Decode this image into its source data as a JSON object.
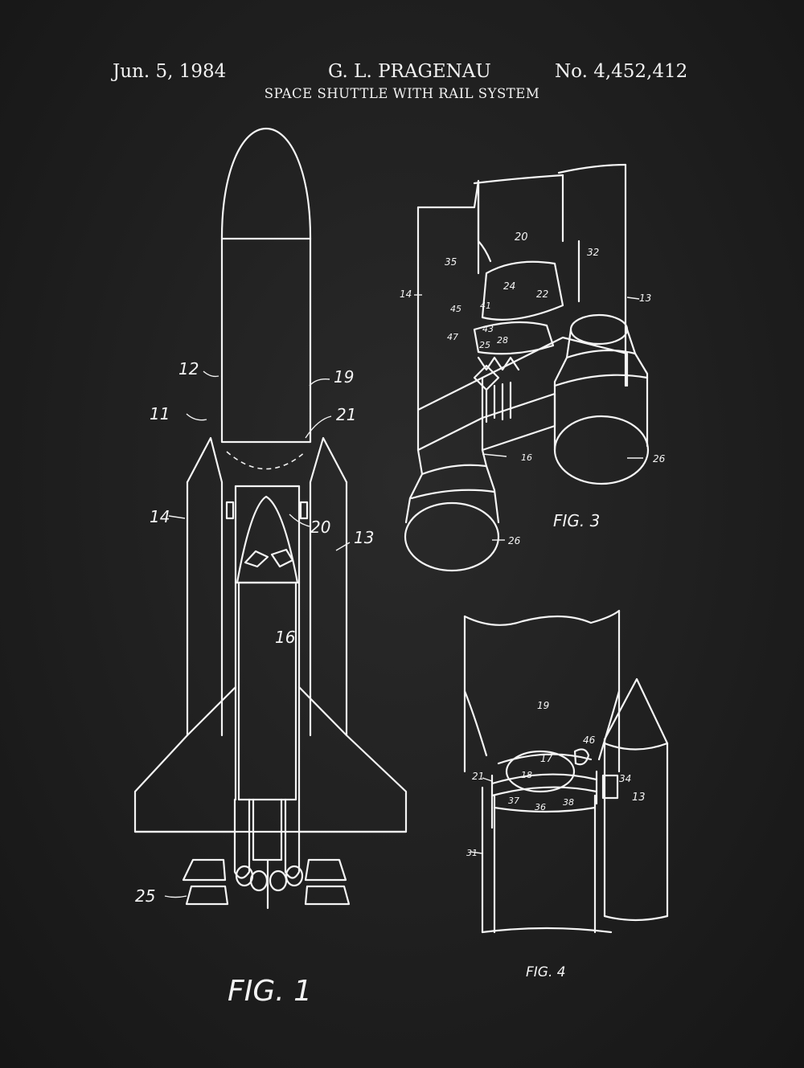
{
  "header": {
    "date": "Jun. 5, 1984",
    "inventor": "G. L. PRAGENAU",
    "patent_number": "No. 4,452,412",
    "title": "SPACE SHUTTLE WITH RAIL SYSTEM"
  },
  "figures": {
    "fig1": {
      "caption": "FIG. 1",
      "refs": {
        "r12": "12",
        "r11": "11",
        "r19": "19",
        "r21": "21",
        "r14": "14",
        "r20": "20",
        "r13": "13",
        "r16": "16",
        "r25": "25"
      }
    },
    "fig3": {
      "caption": "FIG. 3",
      "refs": {
        "r20": "20",
        "r35": "35",
        "r32": "32",
        "r14": "14",
        "r24": "24",
        "r22": "22",
        "r13": "13",
        "r41": "41",
        "r45": "45",
        "r43": "43",
        "r47": "47",
        "r25": "25",
        "r28": "28",
        "r16": "16",
        "r26a": "26",
        "r26b": "26"
      }
    },
    "fig4": {
      "caption": "FIG. 4",
      "refs": {
        "r19": "19",
        "r46": "46",
        "r17": "17",
        "r18": "18",
        "r21": "21",
        "r37": "37",
        "r36": "36",
        "r38": "38",
        "r34": "34",
        "r13": "13",
        "r31": "31"
      }
    }
  },
  "colors": {
    "background": "#1f1f1f",
    "ink": "#f4f4f4"
  }
}
